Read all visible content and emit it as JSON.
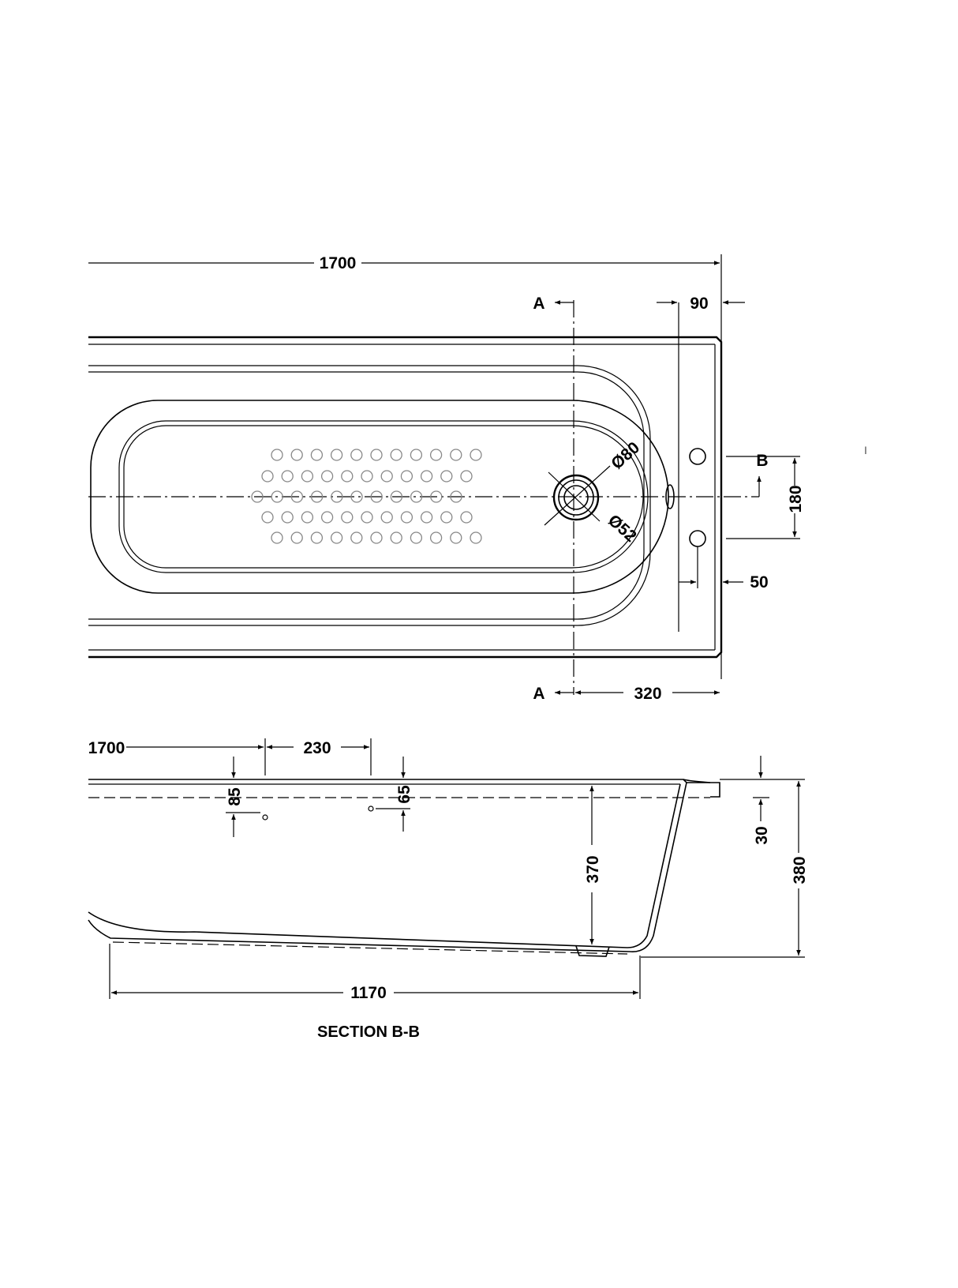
{
  "plan_view": {
    "dims": {
      "overall_length": "1700",
      "rim_end": "90",
      "waste_offset": "320",
      "tap_hole_spacing": "180",
      "tap_hole_offset": "50",
      "waste_outer_dia": "Ø80",
      "waste_inner_dia": "Ø52"
    },
    "section_markers": {
      "a_top": "A",
      "a_bottom": "A",
      "b": "B"
    }
  },
  "section_view": {
    "dims": {
      "base_length": "1700",
      "spacing": "230",
      "left_drop": "85",
      "right_drop": "65",
      "rim_thickness": "30",
      "inner_depth": "370",
      "overall_height": "380",
      "floor_length": "1170"
    },
    "title": "SECTION B-B"
  },
  "stray_mark": "I"
}
